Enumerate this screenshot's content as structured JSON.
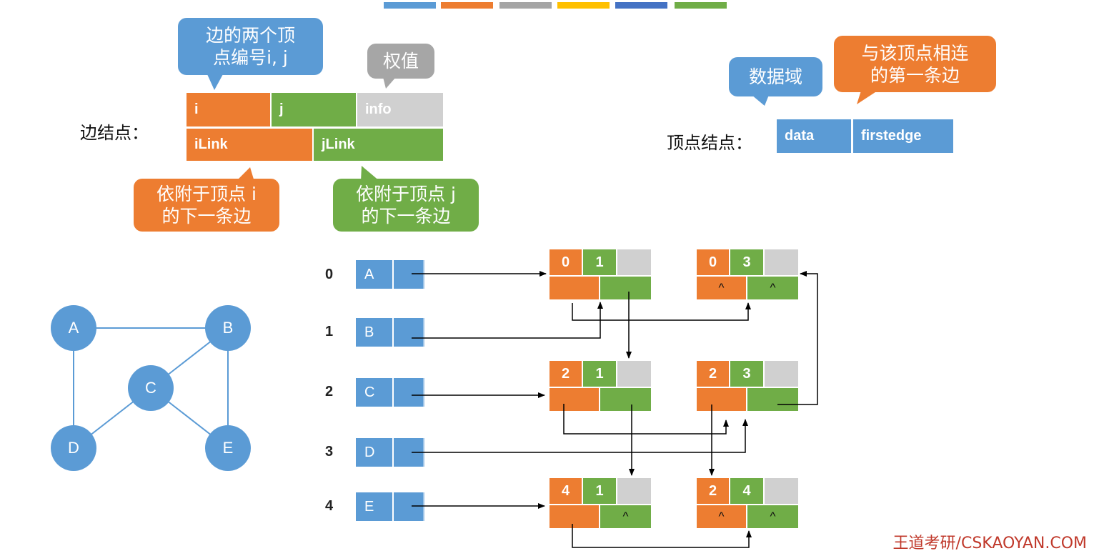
{
  "top_strip_colors": [
    "#5b9bd5",
    "#ed7d31",
    "#a5a5a5",
    "#ffc000",
    "#4472c4",
    "#70ad47"
  ],
  "callouts": {
    "edge_vertices": "边的两个顶\n点编号i, j",
    "weight": "权值",
    "ilink_desc": "依附于顶点 i\n的下一条边",
    "jlink_desc": "依附于顶点 j\n的下一条边",
    "data_field": "数据域",
    "first_edge": "与该顶点相连\n的第一条边"
  },
  "edge_node": {
    "label": "边结点：",
    "field_i": "i",
    "field_j": "j",
    "field_info": "info",
    "field_ilink": "iLink",
    "field_jlink": "jLink"
  },
  "vertex_node": {
    "label": "顶点结点：",
    "field_data": "data",
    "field_firstedge": "firstedge"
  },
  "vertex_array": [
    {
      "index": "0",
      "data": "A"
    },
    {
      "index": "1",
      "data": "B"
    },
    {
      "index": "2",
      "data": "C"
    },
    {
      "index": "3",
      "data": "D"
    },
    {
      "index": "4",
      "data": "E"
    }
  ],
  "edges": [
    {
      "i": "0",
      "j": "1",
      "ilink": "",
      "jlink": ""
    },
    {
      "i": "0",
      "j": "3",
      "ilink": "^",
      "jlink": "^"
    },
    {
      "i": "2",
      "j": "1",
      "ilink": "",
      "jlink": ""
    },
    {
      "i": "2",
      "j": "3",
      "ilink": "",
      "jlink": ""
    },
    {
      "i": "4",
      "j": "1",
      "ilink": "",
      "jlink": "^"
    },
    {
      "i": "2",
      "j": "4",
      "ilink": "^",
      "jlink": "^"
    }
  ],
  "graph": {
    "vertices": [
      "A",
      "B",
      "C",
      "D",
      "E"
    ]
  },
  "footer": "王道考研/CSKAOYAN.COM"
}
